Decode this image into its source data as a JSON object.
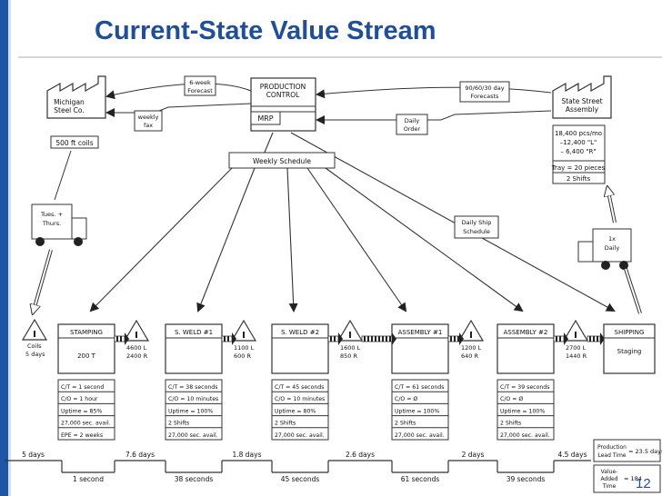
{
  "slide": {
    "title": "Current-State Value Stream",
    "page_number": "12"
  },
  "control": {
    "title_line1": "PRODUCTION",
    "title_line2": "CONTROL",
    "mrp": "MRP"
  },
  "supplier": {
    "line1": "Michigan",
    "line2": "Steel Co.",
    "material": "500 ft coils"
  },
  "customer": {
    "line1": "State Street",
    "line2": "Assembly",
    "demand": [
      "18,400 pcs/mo",
      "–12,400 \"L\"",
      "– 6,400 \"R\""
    ],
    "tray": "Tray = 20 pieces",
    "shifts": "2 Shifts"
  },
  "info": {
    "six_week_1": "6-week",
    "six_week_2": "Forecast",
    "weekly_fax_1": "weekly",
    "weekly_fax_2": "fax",
    "cust_forecast_1": "90/60/30 day",
    "cust_forecast_2": "Forecasts",
    "daily_order_1": "Daily",
    "daily_order_2": "Order",
    "weekly_schedule": "Weekly Schedule",
    "daily_ship_1": "Daily Ship",
    "daily_ship_2": "Schedule"
  },
  "trucks": {
    "in_1": "Tues. +",
    "in_2": "Thurs.",
    "out_1": "1x",
    "out_2": "Daily"
  },
  "raw_inventory": {
    "line1": "Coils",
    "line2": "5 days"
  },
  "processes": [
    {
      "name": "STAMPING",
      "sub": "200 T",
      "data": [
        "C/T = 1 second",
        "C/O = 1 hour",
        "Uptime = 85%",
        "27,000 sec. avail.",
        "EPE = 2 weeks"
      ]
    },
    {
      "name": "S. WELD #1",
      "sub": "",
      "data": [
        "C/T = 38 seconds",
        "C/O = 10 minutes",
        "Uptime = 100%",
        "2 Shifts",
        "27,000 sec. avail."
      ]
    },
    {
      "name": "S. WELD #2",
      "sub": "",
      "data": [
        "C/T = 45 seconds",
        "C/O = 10 minutes",
        "Uptime = 80%",
        "2 Shifts",
        "27,000 sec. avail."
      ]
    },
    {
      "name": "ASSEMBLY #1",
      "sub": "",
      "data": [
        "C/T = 61 seconds",
        "C/O = Ø",
        "Uptime = 100%",
        "2 Shifts",
        "27,000 sec. avail."
      ]
    },
    {
      "name": "ASSEMBLY #2",
      "sub": "",
      "data": [
        "C/T = 39 seconds",
        "C/O = Ø",
        "Uptime = 100%",
        "2 Shifts",
        "27,000 sec. avail."
      ]
    }
  ],
  "shipping": {
    "name": "SHIPPING",
    "sub": "Staging"
  },
  "inventories": [
    {
      "l": "4600 L",
      "r": "2400 R"
    },
    {
      "l": "1100 L",
      "r": "600 R"
    },
    {
      "l": "1600 L",
      "r": "850 R"
    },
    {
      "l": "1200 L",
      "r": "640 R"
    },
    {
      "l": "2700 L",
      "r": "1440 R"
    }
  ],
  "timeline": {
    "days": [
      "5 days",
      "7.6 days",
      "1.8 days",
      "2.6 days",
      "2 days",
      "4.5 days"
    ],
    "seconds": [
      "1 second",
      "38 seconds",
      "45 seconds",
      "61 seconds",
      "39 seconds"
    ]
  },
  "summary": {
    "lead_label_1": "Production",
    "lead_label_2": "Lead Time",
    "lead_value": "= 23.5 days",
    "va_label_1": "Value-",
    "va_label_2": "Added",
    "va_label_3": "Time",
    "va_value": "= 184"
  }
}
